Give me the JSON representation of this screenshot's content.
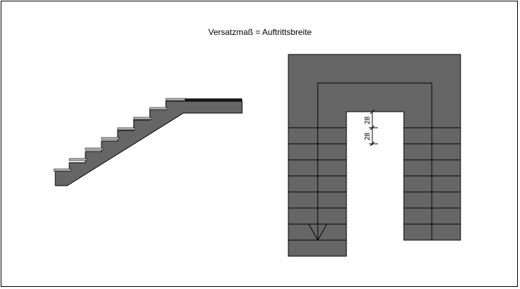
{
  "diagram": {
    "title": "Versatzmaß = Auftrittsbreite",
    "dimension_labels": [
      "28",
      "28"
    ],
    "colors": {
      "fill": "#666666",
      "stroke": "#000000",
      "tread": "#c0c0c0",
      "background": "#ffffff"
    }
  }
}
